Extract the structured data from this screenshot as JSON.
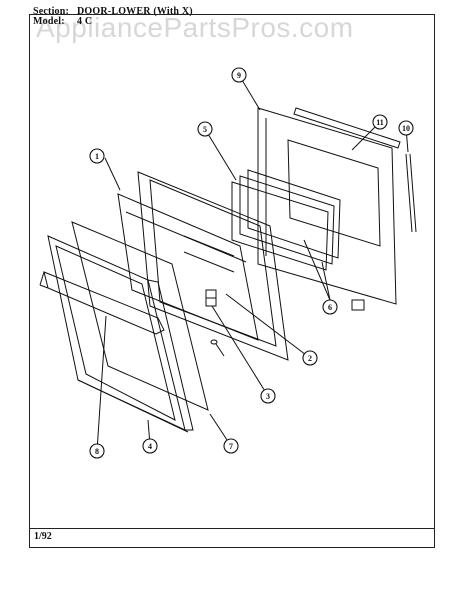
{
  "header": {
    "section_label": "Section:",
    "section_value": "DOOR-LOWER (With X)",
    "model_label": "Model:",
    "model_value": "4 C"
  },
  "watermark": "AppliancePartsPros.com",
  "footer": {
    "date": "1/92"
  },
  "callouts": [
    {
      "id": "1",
      "label": "1"
    },
    {
      "id": "2",
      "label": "2"
    },
    {
      "id": "3",
      "label": "3"
    },
    {
      "id": "4",
      "label": "4"
    },
    {
      "id": "5",
      "label": "5"
    },
    {
      "id": "6",
      "label": "6"
    },
    {
      "id": "7",
      "label": "7"
    },
    {
      "id": "8",
      "label": "8"
    },
    {
      "id": "9",
      "label": "9"
    },
    {
      "id": "10",
      "label": "10"
    },
    {
      "id": "11",
      "label": "11"
    }
  ]
}
